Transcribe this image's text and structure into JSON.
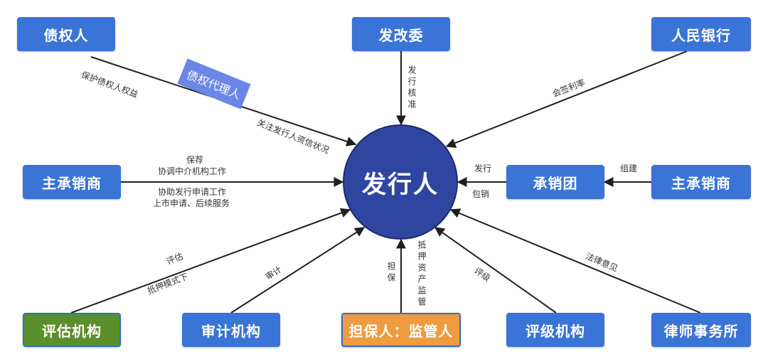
{
  "center": {
    "label": "发行人"
  },
  "nodes": {
    "creditor": "债权人",
    "ndrc": "发改委",
    "pboc": "人民银行",
    "trustee": "债权代理人",
    "lead_underwriter_left": "主承销商",
    "syndicate": "承销团",
    "lead_underwriter_right": "主承销商",
    "appraisal": "评估机构",
    "audit": "审计机构",
    "guarantor": "担保人：监管人",
    "rating": "评级机构",
    "law_firm": "律师事务所"
  },
  "edge_labels": {
    "protect": "保护债权人权益",
    "monitor": "关注发行人资信状况",
    "approve": "发行核准",
    "rate_sign": "会签利率",
    "sponsor_1": "保荐",
    "sponsor_2": "协调中介机构工作",
    "assist_1": "协助发行申请工作",
    "assist_2": "上市申请、后续服务",
    "issue": "发行",
    "underwrite": "包销",
    "form": "组建",
    "evaluate": "评估",
    "pledge_mode": "抵押模式下",
    "audit_edge": "审计",
    "guarantee": "担保",
    "collateral_supervise": "抵押资产监管",
    "rating_edge": "评级",
    "legal_opinion": "法律意见"
  },
  "colors": {
    "box_blue": "#3a74d6",
    "box_green": "#5a8f2c",
    "box_orange": "#ef9b3f",
    "center": "#2f46a0",
    "trustee": "#6a86e6",
    "arrow": "#1f1f1f"
  }
}
